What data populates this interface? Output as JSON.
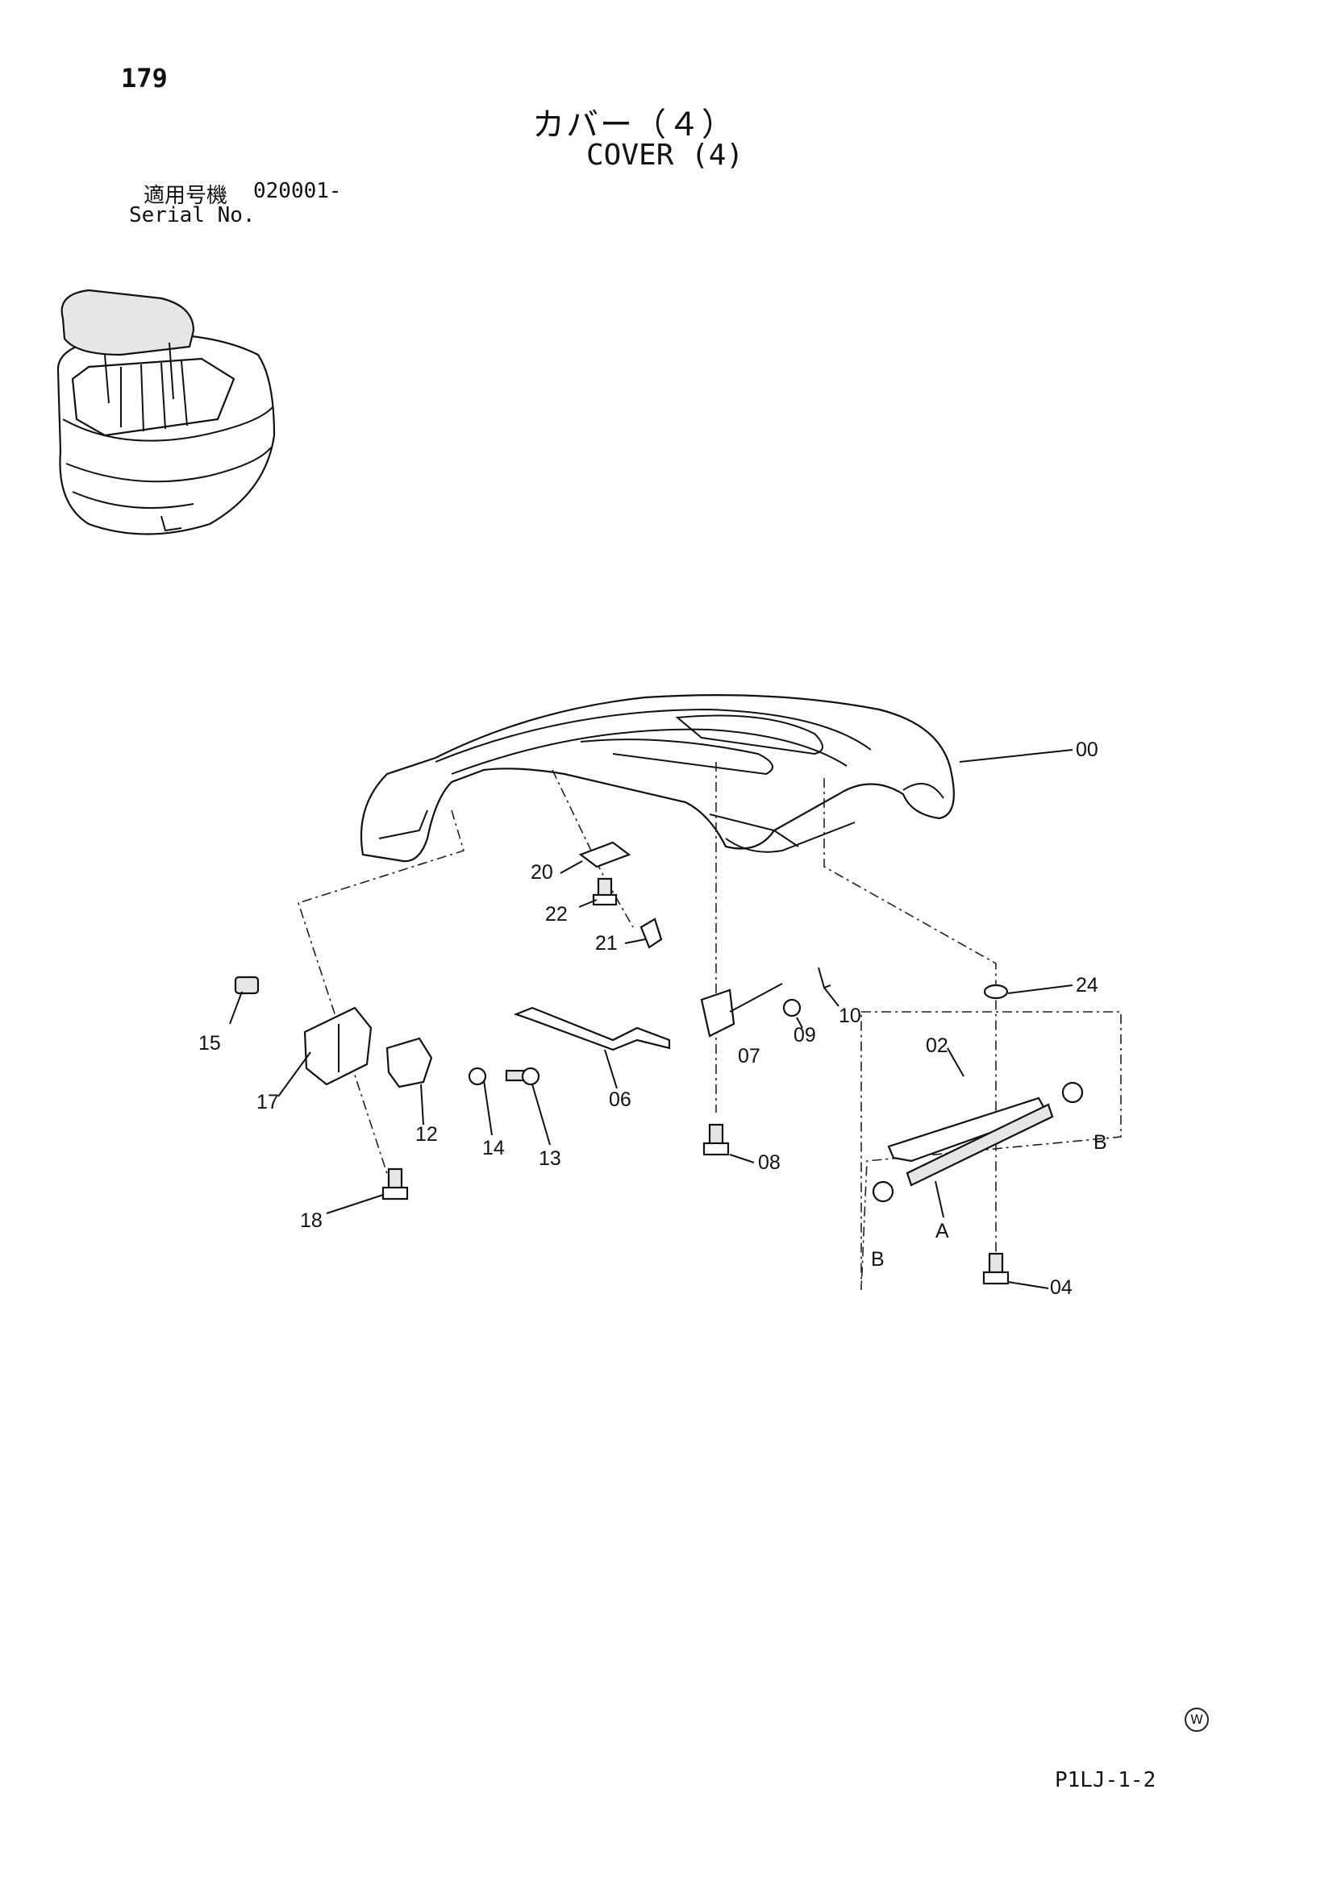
{
  "page": {
    "number": "179",
    "title_ja": "カバー（４）",
    "title_en": "COVER (4)",
    "serial_label_ja": "適用号機",
    "serial_value": "020001-",
    "serial_label_en": "Serial No.",
    "doc_code": "P1LJ-1-2",
    "corner_mark": "W"
  },
  "diagram": {
    "part_labels": [
      "00",
      "02",
      "04",
      "06",
      "07",
      "08",
      "09",
      "10",
      "12",
      "13",
      "14",
      "15",
      "17",
      "18",
      "20",
      "21",
      "22",
      "24",
      "A",
      "B",
      "B"
    ]
  }
}
